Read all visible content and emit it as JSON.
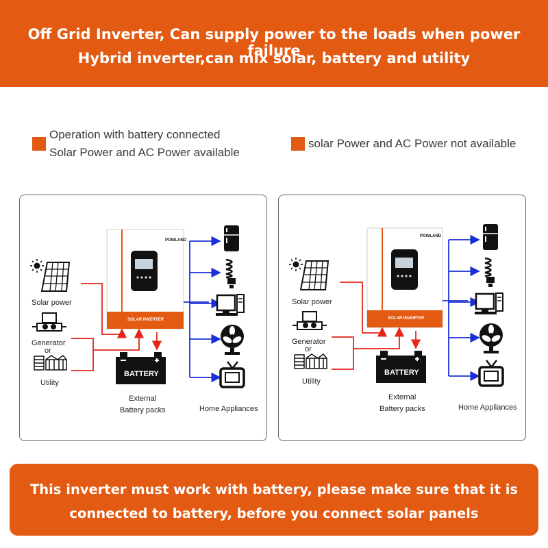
{
  "header": {
    "line1": "Off Grid Inverter, Can supply power to the loads when power failure",
    "line2": "Hybrid inverter,can mix solar, battery and utility"
  },
  "legend": {
    "left": {
      "line1": "Operation with battery connected",
      "line2": "Solar Power and AC Power available"
    },
    "right": {
      "line1": "solar Power and AC Power not available"
    }
  },
  "diagram": {
    "brand": "POWLAND",
    "inverter_label": "SOLAR INVERTER",
    "battery_label": "BATTERY",
    "solar_label": "Solar power",
    "generator_label_1": "Generator",
    "generator_label_2": "or",
    "utility_label": "Utility",
    "external_label_1": "External",
    "external_label_2": "Battery packs",
    "appliances_label": "Home Appliances"
  },
  "footer": {
    "line1": "This inverter must work with battery, please make sure that it is",
    "line2": "connected to battery,   before you connect solar panels"
  },
  "colors": {
    "brand_orange": "#e35a12",
    "flow_red": "#e2261c",
    "flow_blue": "#1a2fd6"
  }
}
